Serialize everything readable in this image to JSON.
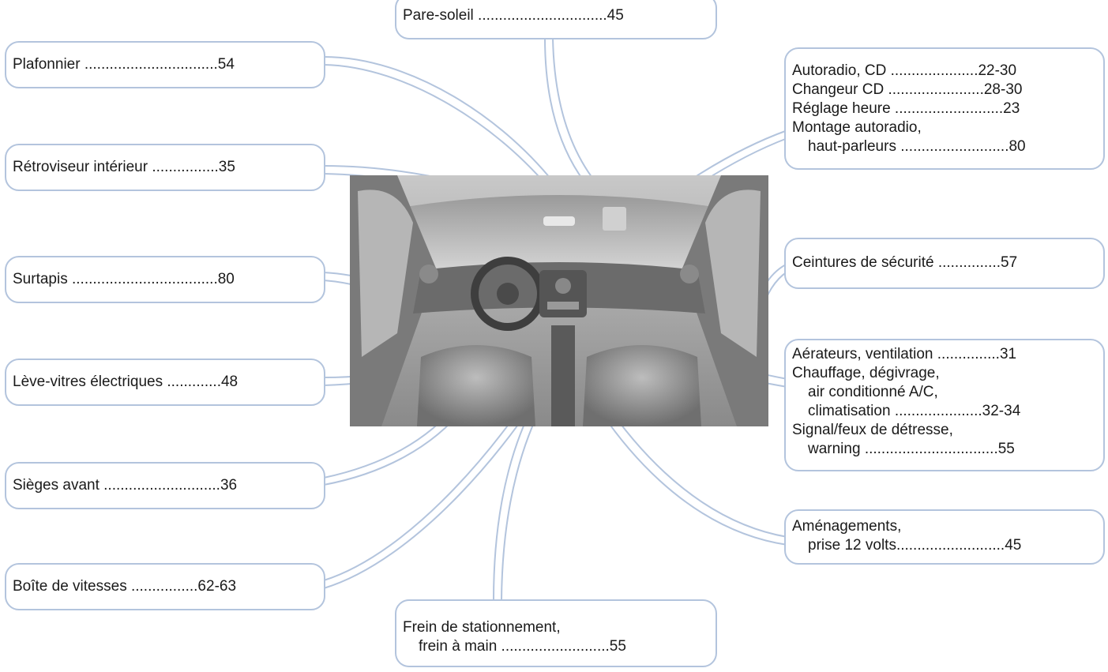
{
  "callouts": {
    "pare_soleil": {
      "lines": [
        {
          "text": "Pare-soleil ...............................45"
        }
      ]
    },
    "plafonnier": {
      "lines": [
        {
          "text": "Plafonnier ................................54"
        }
      ]
    },
    "retroviseur": {
      "lines": [
        {
          "text": "Rétroviseur intérieur ................35"
        }
      ]
    },
    "surtapis": {
      "lines": [
        {
          "text": "Surtapis ...................................80"
        }
      ]
    },
    "leve_vitres": {
      "lines": [
        {
          "text": "Lève-vitres électriques .............48"
        }
      ]
    },
    "sieges": {
      "lines": [
        {
          "text": "Sièges avant ............................36"
        }
      ]
    },
    "boite": {
      "lines": [
        {
          "text": "Boîte de vitesses ................62-63"
        }
      ]
    },
    "frein": {
      "lines": [
        {
          "text": "Frein de stationnement,"
        },
        {
          "text": "frein à main ..........................55"
        }
      ]
    },
    "autoradio": {
      "lines": [
        {
          "text": "Autoradio, CD .....................22-30"
        },
        {
          "text": "Changeur CD .......................28-30"
        },
        {
          "text": "Réglage heure ..........................23"
        },
        {
          "text": "Montage autoradio,"
        },
        {
          "text": "haut-parleurs ..........................80"
        }
      ]
    },
    "ceintures": {
      "lines": [
        {
          "text": "Ceintures de sécurité ...............57"
        }
      ]
    },
    "aerateurs": {
      "lines": [
        {
          "text": "Aérateurs, ventilation ...............31"
        },
        {
          "text": "Chauffage, dégivrage,"
        },
        {
          "text": "air conditionné A/C,"
        },
        {
          "text": "climatisation .....................32-34"
        },
        {
          "text": "Signal/feux de détresse,"
        },
        {
          "text": "warning ................................55"
        }
      ]
    },
    "amenagements": {
      "lines": [
        {
          "text": "Aménagements,"
        },
        {
          "text": "prise 12 volts..........................45"
        }
      ]
    }
  },
  "colors": {
    "border": "#b3c4dd",
    "connector": "#b3c4dd",
    "text": "#1a1a1a"
  }
}
